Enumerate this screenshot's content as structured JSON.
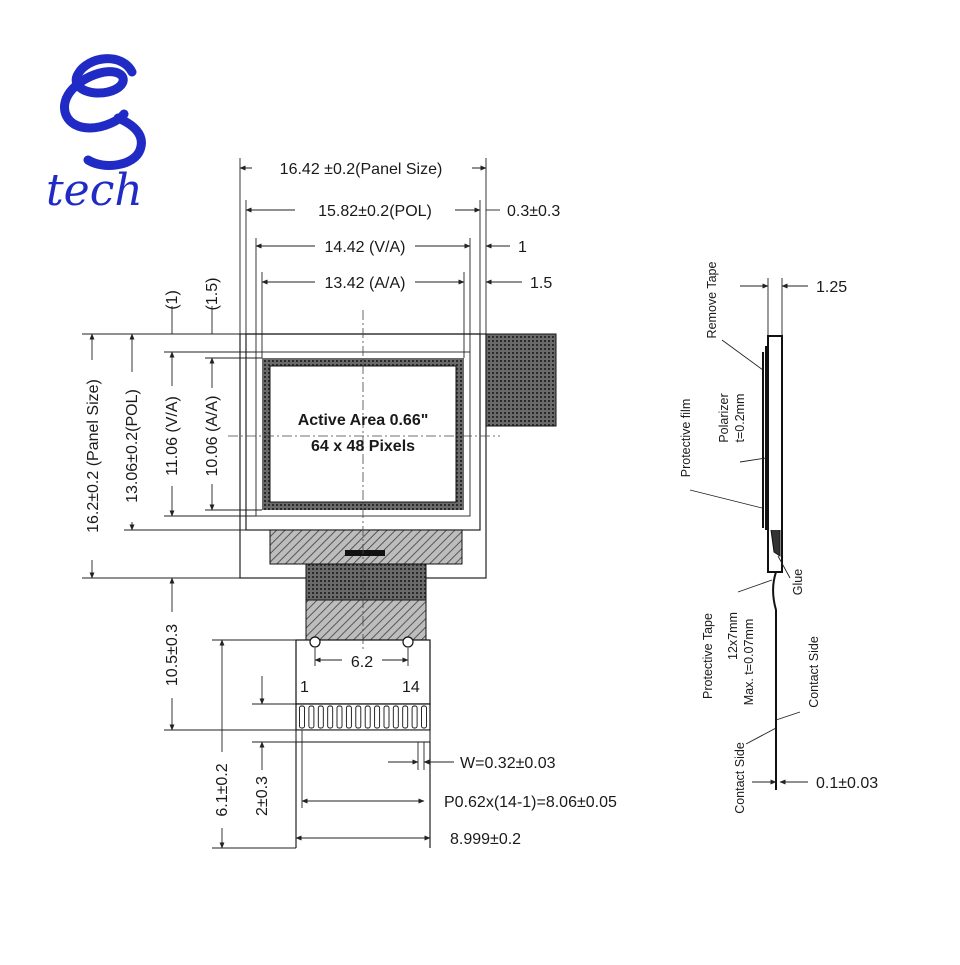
{
  "logo": {
    "text": "tech",
    "color": "#1f2bc4"
  },
  "front_view": {
    "dims": {
      "panel_width": "16.42 ±0.2(Panel Size)",
      "pol_width": "15.82±0.2(POL)",
      "pol_offset": "0.3±0.3",
      "va_width": "14.42 (V/A)",
      "va_offset": "1",
      "aa_width": "13.42 (A/A)",
      "aa_offset": "1.5",
      "panel_height": "16.2±0.2 (Panel Size)",
      "pol_height": "13.06±0.2(POL)",
      "va_height": "11.06 (V/A)",
      "aa_height": "10.06 (A/A)",
      "top_offset_va": "(1)",
      "top_offset_aa": "(1.5)",
      "fpc_length": "10.5±0.3",
      "hole_pitch": "6.2",
      "pin_first": "1",
      "pin_last": "14",
      "pin_width": "W=0.32±0.03",
      "pin_pitch": "P0.62x(14-1)=8.06±0.05",
      "fpc_width": "8.999±0.2",
      "finger_length": "6.1±0.2",
      "stiffener": "2±0.3"
    },
    "active_area": {
      "line1": "Active Area 0.66\"",
      "line2": "64 x 48 Pixels"
    }
  },
  "side_view": {
    "thickness": "1.25",
    "fpc_thickness": "0.1±0.03",
    "labels": {
      "remove_tape": "Remove Tape",
      "protective_film": "Protective film",
      "polarizer": "Polarizer",
      "polarizer_thk": "t=0.2mm",
      "glue": "Glue",
      "protective_tape": "Protective Tape",
      "tape_size": "12x7mm",
      "tape_max": "Max. t=0.07mm",
      "contact_side_1": "Contact Side",
      "contact_side_2": "Contact Side"
    }
  }
}
